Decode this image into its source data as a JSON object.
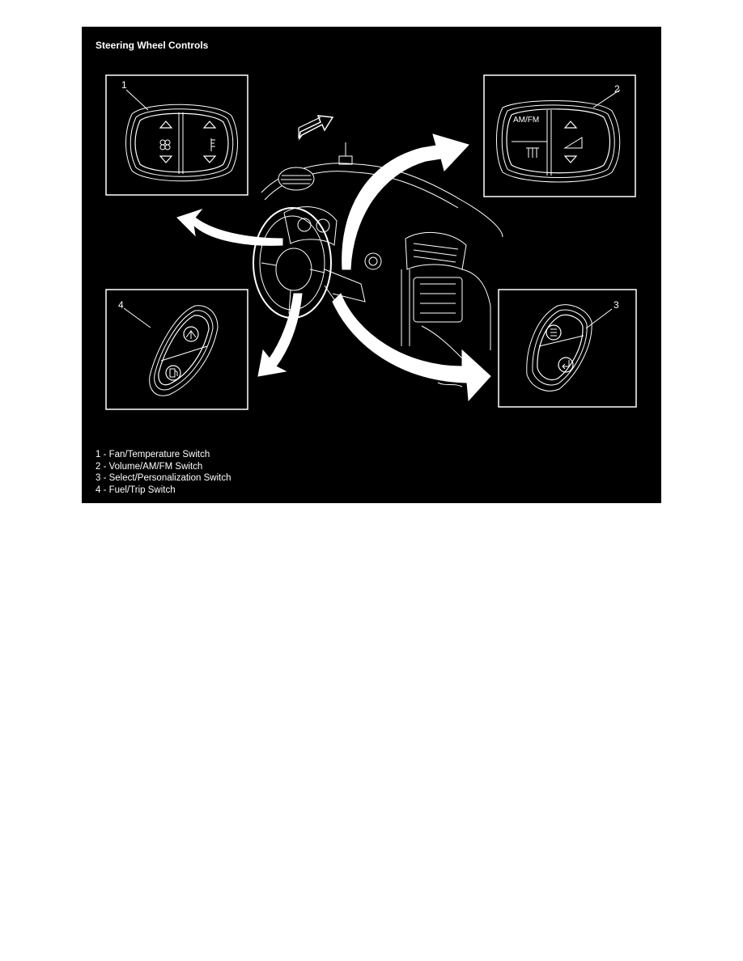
{
  "figure": {
    "title": "Steering Wheel Controls",
    "callouts": [
      "1",
      "2",
      "3",
      "4"
    ],
    "legend": [
      "1 - Fan/Temperature Switch",
      "2 - Volume/AM/FM Switch",
      "3 - Select/Personalization Switch",
      "4 - Fuel/Trip Switch"
    ],
    "switch_labels": {
      "am_fm": "AM/FM"
    }
  }
}
